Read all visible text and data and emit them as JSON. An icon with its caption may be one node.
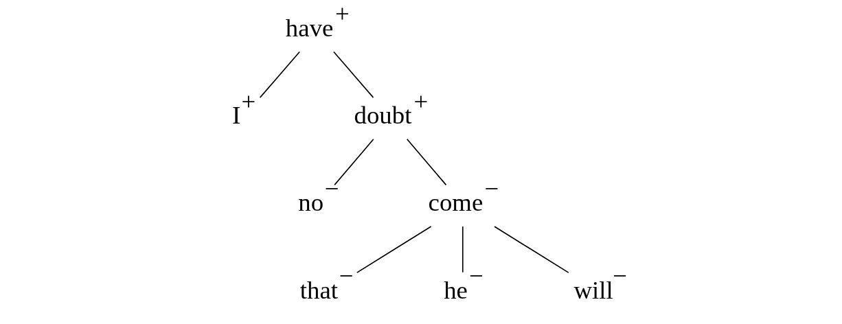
{
  "diagram": {
    "nodes": [
      {
        "text": [
          "have$^{+}$"
        ]
      },
      {
        "text": [
          "I$^{+}$"
        ]
      },
      {
        "text": [
          "doubt$^{+}$"
        ]
      },
      {
        "text": [
          "no$^{−}$"
        ]
      },
      {
        "text": [
          "come$^{−}$"
        ]
      },
      {
        "text": [
          "that$^{−}$"
        ]
      },
      {
        "text": [
          "he$^{−}$"
        ]
      },
      {
        "text": [
          "will$^{−}$"
        ]
      }
    ],
    "edges": [
      {
        "from": 0,
        "to": 1,
        "arrow": "none"
      },
      {
        "from": 0,
        "to": 2,
        "arrow": "none"
      },
      {
        "from": 2,
        "to": 3,
        "arrow": "none"
      },
      {
        "from": 2,
        "to": 4,
        "arrow": "none"
      },
      {
        "from": 4,
        "to": 5,
        "arrow": "none"
      },
      {
        "from": 4,
        "to": 6,
        "arrow": "none"
      },
      {
        "from": 4,
        "to": 7,
        "arrow": "none"
      }
    ]
  }
}
